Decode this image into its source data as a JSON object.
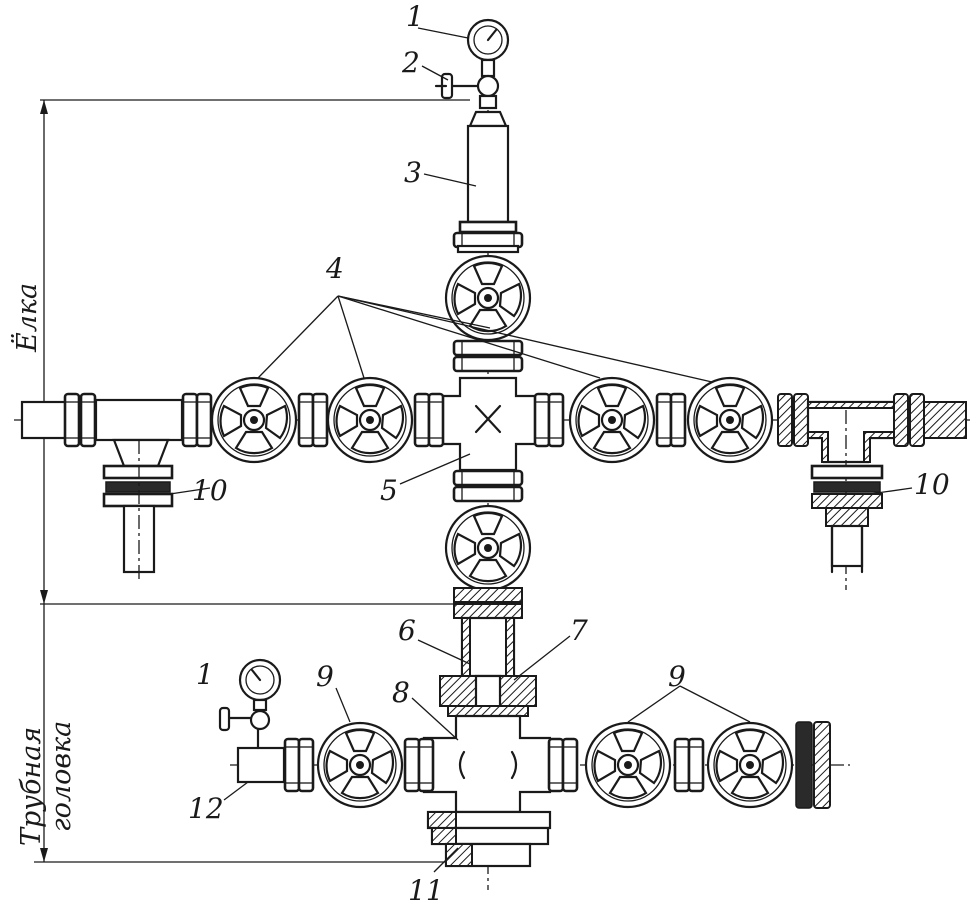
{
  "labels": {
    "l1a": "1",
    "l2": "2",
    "l3": "3",
    "l4": "4",
    "l5": "5",
    "l6": "6",
    "l7": "7",
    "l8": "8",
    "l9a": "9",
    "l9b": "9",
    "l10a": "10",
    "l10b": "10",
    "l1b": "1",
    "l11": "11",
    "l12": "12"
  },
  "side_labels": {
    "upper": "Ёлка",
    "lower_line1": "Трубная",
    "lower_line2": "головка"
  }
}
